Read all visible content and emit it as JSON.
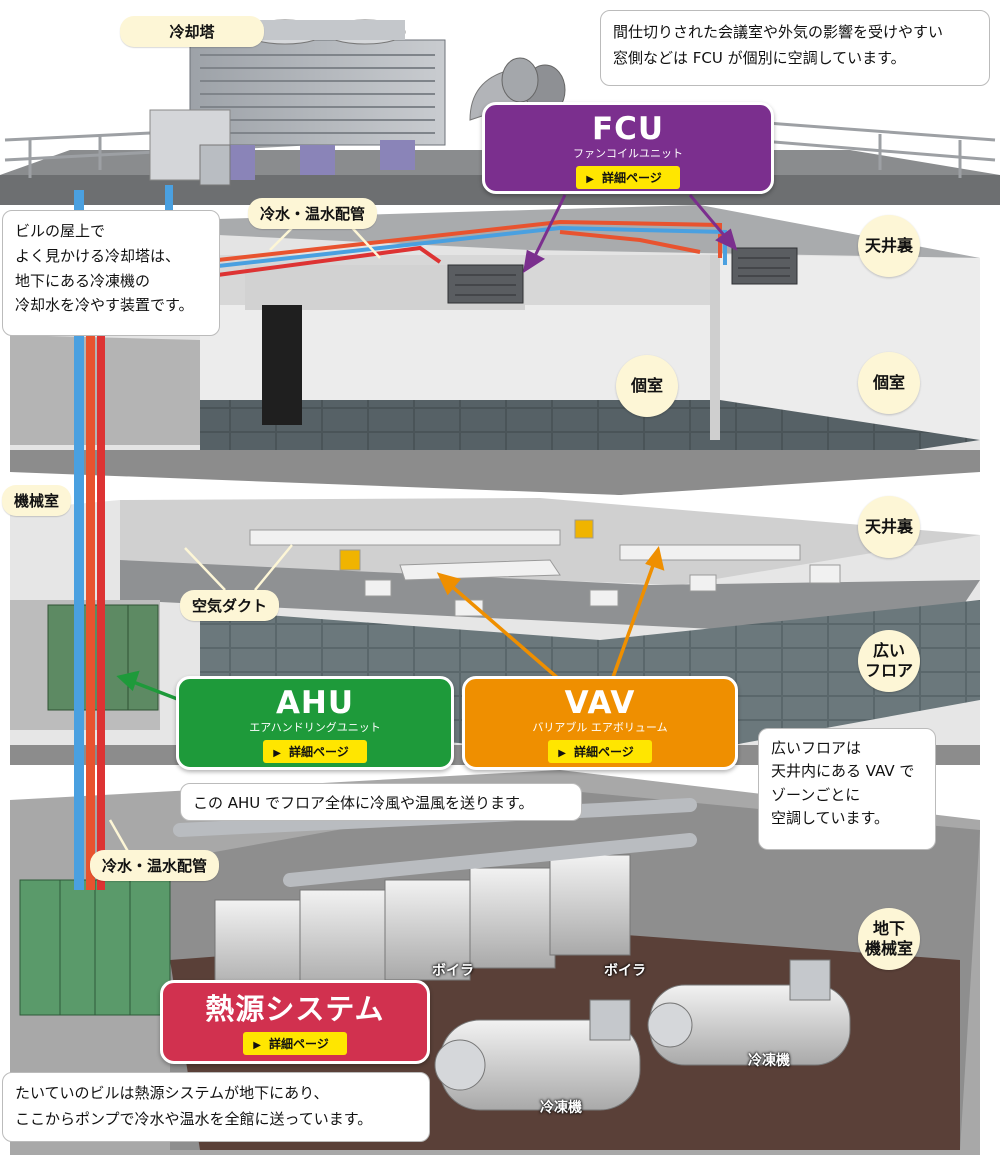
{
  "labels": {
    "cooling_tower": "冷却塔",
    "pipes_top": "冷水・温水配管",
    "machine_room": "機械室",
    "air_duct": "空気ダクト",
    "pipes_bottom": "冷水・温水配管"
  },
  "zones": {
    "ceiling_top": "天井裏",
    "room_left": "個室",
    "room_right": "個室",
    "ceiling_mid": "天井裏",
    "wide_floor": "広い\nフロア",
    "basement": "地下\n機械室"
  },
  "equipment": {
    "boiler_1": "ボイラ",
    "boiler_2": "ボイラ",
    "chiller_1": "冷凍機",
    "chiller_2": "冷凍機"
  },
  "notes": {
    "fcu_note": "間仕切りされた会議室や外気の影響を受けやすい\n窓側などは FCU が個別に空調しています。",
    "tower_note": "ビルの屋上で\nよく見かける冷却塔は、\n地下にある冷凍機の\n冷却水を冷やす装置です。",
    "ahu_note": "この AHU でフロア全体に冷風や温風を送ります。",
    "vav_note": "広いフロアは\n天井内にある VAV で\nゾーンごとに\n空調しています。",
    "heat_note": "たいていのビルは熱源システムが地下にあり、\nここからポンプで冷水や温水を全館に送っています。"
  },
  "systems": {
    "fcu": {
      "title": "FCU",
      "subtitle": "ファンコイルユニット",
      "button": "詳細ページ",
      "color": "#7b2f8e"
    },
    "ahu": {
      "title": "AHU",
      "subtitle": "エアハンドリングユニット",
      "button": "詳細ページ",
      "color": "#1e9a3a"
    },
    "vav": {
      "title": "VAV",
      "subtitle": "バリアブル エアボリューム",
      "button": "詳細ページ",
      "color": "#ef8f00"
    },
    "heat": {
      "title": "熱源システム",
      "button": "詳細ページ",
      "color": "#d1314f"
    }
  }
}
